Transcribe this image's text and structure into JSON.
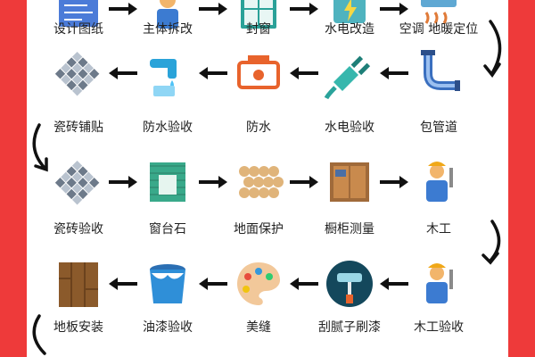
{
  "colors": {
    "border": "#ee3a3a",
    "arrow": "#111111",
    "label": "#222222"
  },
  "rows": [
    {
      "direction": "right",
      "steps": [
        {
          "label": "设计图纸",
          "icon": "blueprint-icon"
        },
        {
          "label": "主体拆改",
          "icon": "demolition-icon"
        },
        {
          "label": "封窗",
          "icon": "window-icon"
        },
        {
          "label": "水电改造",
          "icon": "electrical-icon"
        },
        {
          "label": "空调 地暖定位",
          "icon": "hvac-icon"
        }
      ]
    },
    {
      "direction": "left",
      "steps": [
        {
          "label": "包管道",
          "icon": "pipe-icon"
        },
        {
          "label": "水电验收",
          "icon": "plug-icon"
        },
        {
          "label": "防水",
          "icon": "waterproof-icon"
        },
        {
          "label": "防水验收",
          "icon": "faucet-icon"
        },
        {
          "label": "瓷砖铺贴",
          "icon": "tile-icon"
        }
      ]
    },
    {
      "direction": "right",
      "steps": [
        {
          "label": "瓷砖验收",
          "icon": "tile-check-icon"
        },
        {
          "label": "窗台石",
          "icon": "windowsill-icon"
        },
        {
          "label": "地面保护",
          "icon": "floor-protect-icon"
        },
        {
          "label": "橱柜测量",
          "icon": "cabinet-icon"
        },
        {
          "label": "木工",
          "icon": "carpenter-icon"
        }
      ]
    },
    {
      "direction": "left",
      "steps": [
        {
          "label": "木工验收",
          "icon": "carpenter-check-icon"
        },
        {
          "label": "刮腻子刷漆",
          "icon": "paint-roller-icon"
        },
        {
          "label": "美缝",
          "icon": "palette-icon"
        },
        {
          "label": "油漆验收",
          "icon": "paint-bucket-icon"
        },
        {
          "label": "地板安装",
          "icon": "wood-floor-icon"
        }
      ]
    }
  ]
}
